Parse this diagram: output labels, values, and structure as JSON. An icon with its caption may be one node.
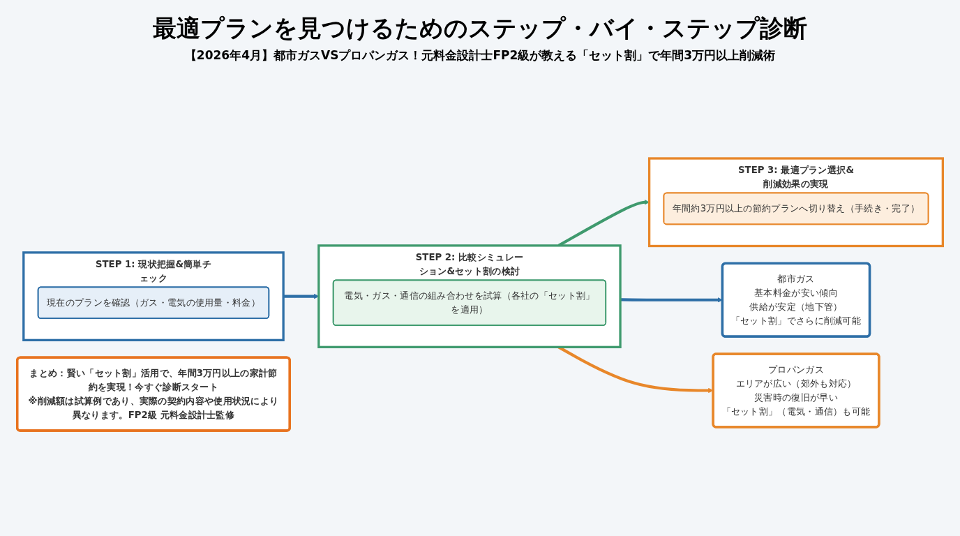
{
  "diagram": {
    "title": "最適プランを見つけるためのステップ・バイ・ステップ診断",
    "nodes": [
      {
        "text": [
          "STEP 1: 現状把握&簡単チェック"
        ]
      },
      {
        "text": [
          "現在のプランを確認（ガス・電気の使用量・料金）"
        ],
        "in": 0
      },
      {
        "text": [
          "STEP 2: 比較シミュレーション&セット割の検討"
        ]
      },
      {
        "text": [
          "電気・ガス・通信の組み合わせを試算（各社の「セット割」を適用）"
        ],
        "in": 2
      },
      {
        "text": [
          "STEP 3: 最適プラン選択&削減効果の実現"
        ]
      },
      {
        "text": [
          "年間約3万円以上の節約プランへ切り替え（手続き・完了）"
        ],
        "in": 4
      },
      {
        "text": [
          "都市ガス",
          "基本料金が安い傾向",
          "供給が安定（地下管）",
          "「セット割」でさらに削減可能"
        ]
      },
      {
        "text": [
          "プロパンガス",
          "エリアが広い（郊外も対応）",
          "災害時の復旧が早い",
          "「セット割」（電気・通信）も可能"
        ]
      },
      {
        "text": [
          "まとめ：賢い「セット割」活用で、年間3万円以上の家計節約を実現！今すぐ診断スタート",
          "※削減額は試算例であり、実際の契約内容や使用状況により異なります。FP2級 元料金設計士監修"
        ]
      }
    ],
    "edges": [
      {
        "from": 0,
        "to": 2,
        "arrow": "to",
        "color": "#2e6fa7"
      },
      {
        "from": 2,
        "to": 4,
        "arrow": "to",
        "color": "#3f9a6e"
      },
      {
        "from": 2,
        "to": 6,
        "arrow": "to",
        "color": "#2e6fa7"
      },
      {
        "from": 2,
        "to": 7,
        "arrow": "to",
        "color": "#e8872a"
      }
    ],
    "labels": [
      "【2026年4月】都市ガスVSプロパンガス！元料金設計士FP2級が教える「セット割」で年間3万円以上削減術"
    ]
  }
}
